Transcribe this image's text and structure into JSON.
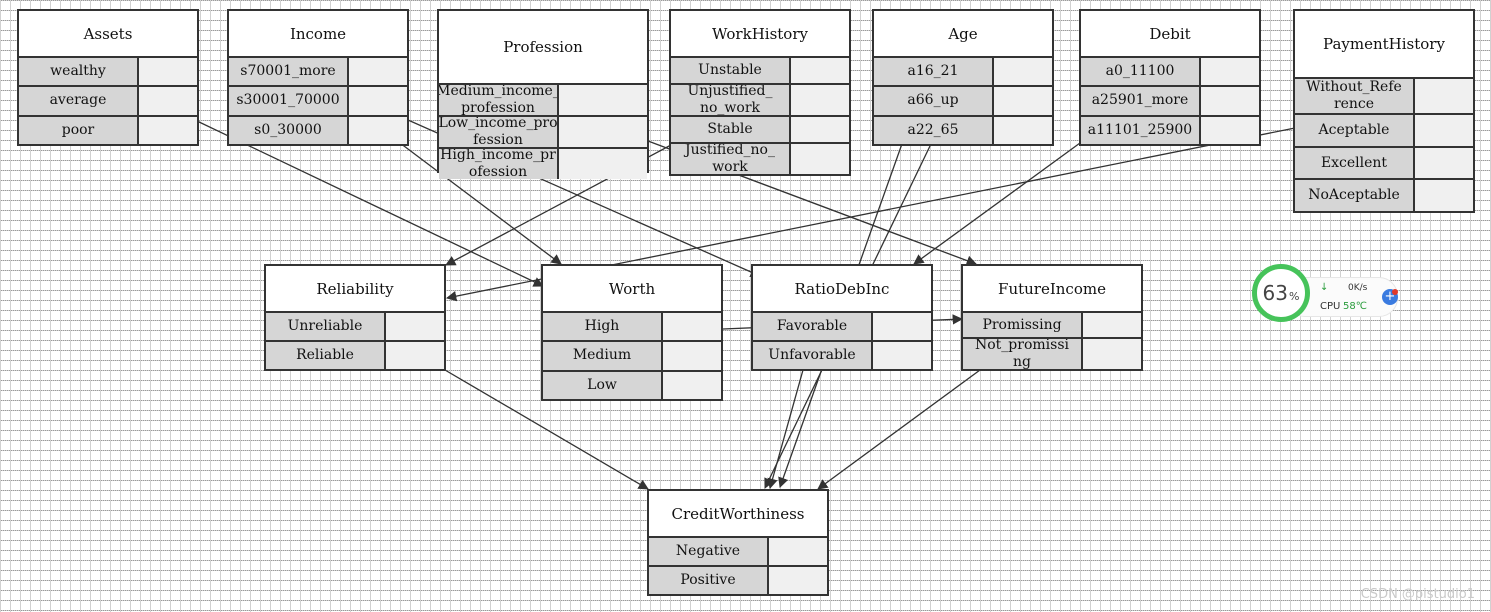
{
  "nodes": [
    {
      "id": "assets",
      "title": "Assets",
      "states": [
        "wealthy",
        "average",
        "poor"
      ]
    },
    {
      "id": "income",
      "title": "Income",
      "states": [
        "s70001_more",
        "s30001_70000",
        "s0_30000"
      ]
    },
    {
      "id": "profession",
      "title": "Profession",
      "states": [
        "Medium_income_ profession",
        "Low_income_pro fession",
        "High_income_pr ofession"
      ]
    },
    {
      "id": "workhistory",
      "title": "WorkHistory",
      "states": [
        "Unstable",
        "Unjustified_ no_work",
        "Stable",
        "Justified_no_ work"
      ]
    },
    {
      "id": "age",
      "title": "Age",
      "states": [
        "a16_21",
        "a66_up",
        "a22_65"
      ]
    },
    {
      "id": "debit",
      "title": "Debit",
      "states": [
        "a0_11100",
        "a25901_more",
        "a11101_25900"
      ]
    },
    {
      "id": "paymenthistory",
      "title": "PaymentHistory",
      "states": [
        "Without_Refe rence",
        "Aceptable",
        "Excellent",
        "NoAceptable"
      ]
    },
    {
      "id": "reliability",
      "title": "Reliability",
      "states": [
        "Unreliable",
        "Reliable"
      ]
    },
    {
      "id": "worth",
      "title": "Worth",
      "states": [
        "High",
        "Medium",
        "Low"
      ]
    },
    {
      "id": "ratiodebinc",
      "title": "RatioDebInc",
      "states": [
        "Favorable",
        "Unfavorable"
      ]
    },
    {
      "id": "futureincome",
      "title": "FutureIncome",
      "states": [
        "Promissing",
        "Not_promissi ng"
      ]
    },
    {
      "id": "creditworthiness",
      "title": "CreditWorthiness",
      "states": [
        "Negative",
        "Positive"
      ]
    }
  ],
  "edges": [
    [
      "assets",
      "worth"
    ],
    [
      "income",
      "worth"
    ],
    [
      "income",
      "ratiodebinc"
    ],
    [
      "profession",
      "futureincome"
    ],
    [
      "workhistory",
      "reliability"
    ],
    [
      "age",
      "creditworthiness"
    ],
    [
      "debit",
      "ratiodebinc"
    ],
    [
      "paymenthistory",
      "reliability"
    ],
    [
      "worth",
      "futureincome"
    ],
    [
      "ratiodebinc",
      "creditworthiness"
    ],
    [
      "reliability",
      "creditworthiness"
    ],
    [
      "futureincome",
      "creditworthiness"
    ]
  ],
  "cpu_widget": {
    "percent": "63",
    "percent_sign": "%",
    "speed": "0K/s",
    "label": "CPU",
    "temp": "58℃",
    "down_arrow": "↓",
    "plus": "+"
  },
  "watermark": "CSDN @pistudio1"
}
